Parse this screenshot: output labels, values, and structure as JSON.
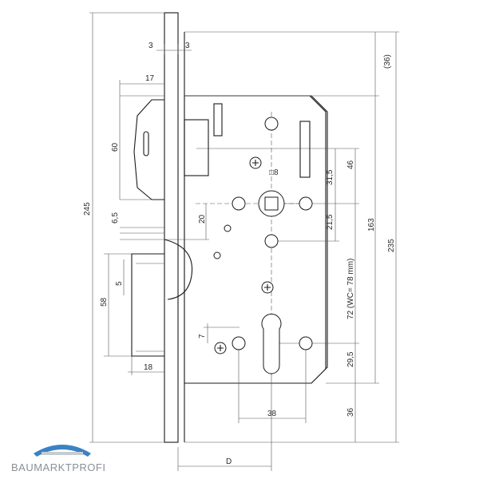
{
  "dimensions": {
    "d3_left": "3",
    "d3_right": "3",
    "d36_top": "(36)",
    "d17": "17",
    "d60": "60",
    "d245": "245",
    "d46": "46",
    "d31_5": "31,5",
    "d_square": "□8",
    "d20": "20",
    "d6_5": "6,5",
    "d21_5": "21,5",
    "d163": "163",
    "d235": "235",
    "d72": "72 (WC= 78 mm)",
    "d5": "5",
    "d58": "58",
    "d7": "7",
    "d29_5": "29,5",
    "d18": "18",
    "d38": "38",
    "d36_bottom": "36",
    "dD": "D"
  },
  "logo": {
    "text": "BAUMARKTPROFI",
    "colors": {
      "arch": "#3b82c4",
      "text": "#8a9096"
    }
  }
}
